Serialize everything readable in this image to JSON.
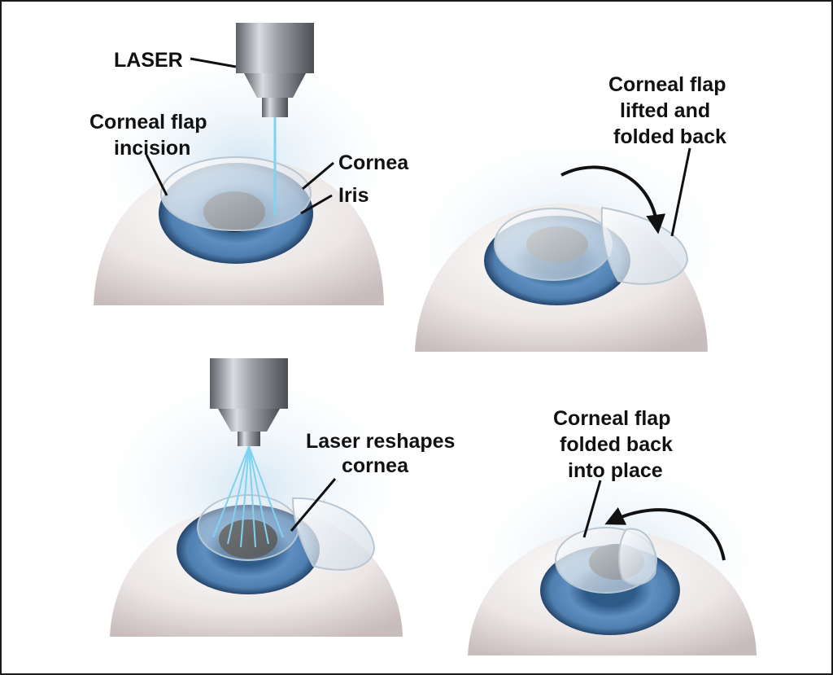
{
  "labels": {
    "laser": "LASER",
    "corneal_flap_incision_1": "Corneal flap",
    "corneal_flap_incision_2": "incision",
    "cornea": "Cornea",
    "iris": "Iris",
    "flap_lifted_1": "Corneal flap",
    "flap_lifted_2": "lifted and",
    "flap_lifted_3": "folded back",
    "reshapes_1": "Laser reshapes",
    "reshapes_2": "cornea",
    "flap_replaced_1": "Corneal flap",
    "flap_replaced_2": "folded back",
    "flap_replaced_3": "into place"
  },
  "colors": {
    "iris": "#4f7fb0",
    "iris_dark": "#2e5a88",
    "sclera": "#ece6e6",
    "laser_beam": "#7fd3ef",
    "metal": "#9a9ea4"
  }
}
